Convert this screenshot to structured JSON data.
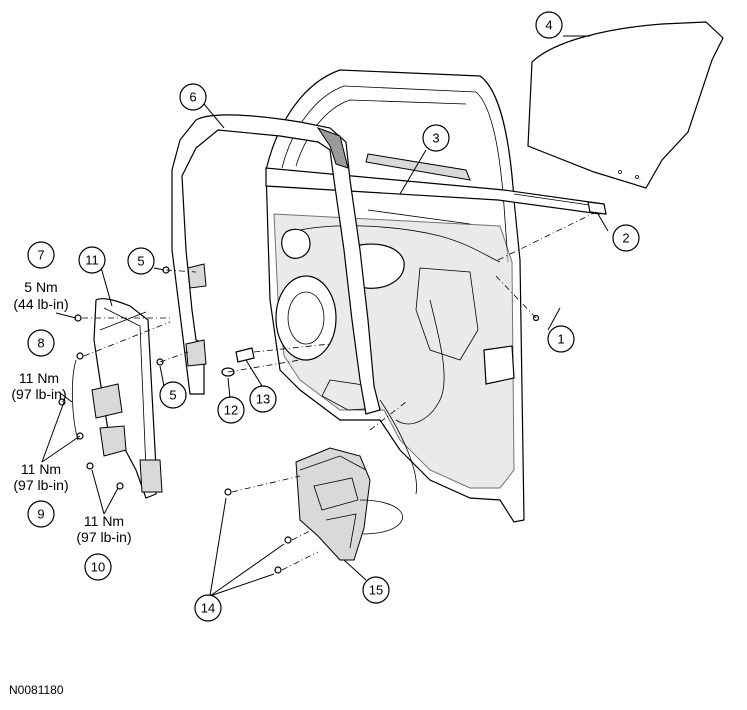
{
  "figure_id": "N0081180",
  "callouts": [
    {
      "id": "c1",
      "label": "1"
    },
    {
      "id": "c2",
      "label": "2"
    },
    {
      "id": "c3",
      "label": "3"
    },
    {
      "id": "c4",
      "label": "4"
    },
    {
      "id": "c5a",
      "label": "5"
    },
    {
      "id": "c5b",
      "label": "5"
    },
    {
      "id": "c6",
      "label": "6"
    },
    {
      "id": "c7",
      "label": "7"
    },
    {
      "id": "c8",
      "label": "8"
    },
    {
      "id": "c9",
      "label": "9"
    },
    {
      "id": "c10",
      "label": "10"
    },
    {
      "id": "c11",
      "label": "11"
    },
    {
      "id": "c12",
      "label": "12"
    },
    {
      "id": "c13",
      "label": "13"
    },
    {
      "id": "c14",
      "label": "14"
    },
    {
      "id": "c15",
      "label": "15"
    }
  ],
  "torques": {
    "t7": [
      "5 Nm",
      "(44 lb-in)"
    ],
    "t8": [
      "11 Nm",
      "(97 lb-in)"
    ],
    "t9": [
      "11 Nm",
      "(97 lb-in)"
    ],
    "t10": [
      "11 Nm",
      "(97 lb-in)"
    ]
  }
}
